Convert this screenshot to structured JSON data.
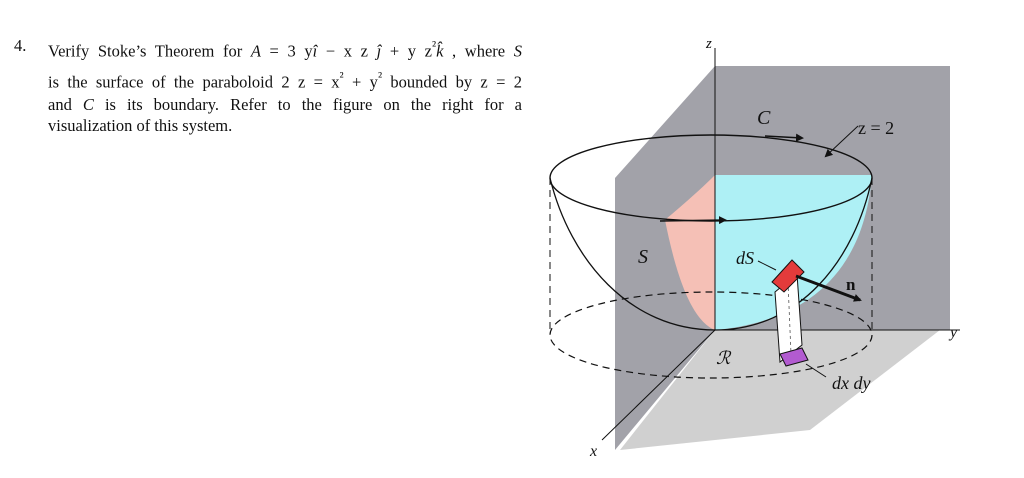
{
  "problem": {
    "number": "4.",
    "lines": [
      [
        "Verify Stoke’s Theorem for ",
        "A",
        " = 3 y",
        "î",
        " − x z ",
        "ĵ",
        " + y z",
        "²",
        "k̂",
        " , where ",
        "S"
      ],
      [
        "is the surface of the paraboloid 2 z = x",
        "²",
        " + y",
        "²",
        " bounded by z = 2"
      ],
      [
        "and ",
        "C",
        " is its boundary.  Refer to the figure on the right for a"
      ],
      [
        "visualization of this system."
      ]
    ]
  },
  "figure": {
    "axis_z": "z",
    "axis_y": "y",
    "axis_x": "x",
    "label_c": "C",
    "label_z2": "z = 2",
    "label_s": "S",
    "label_ds": "dS",
    "label_n": "n",
    "label_r": "ℛ",
    "label_dxdy": "dx dy",
    "colors": {
      "wall": "#a2a2a9",
      "floor": "#d0d0d0",
      "cap": "#aef0f5",
      "salmon": "#f5c0b6",
      "box_top": "#e33b3b",
      "box_bottom": "#b25bd0"
    }
  }
}
